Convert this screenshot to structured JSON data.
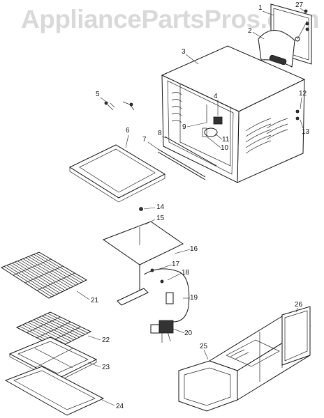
{
  "watermark": "AppliancePartsPros.com",
  "callouts": {
    "c1": "1",
    "c2": "2",
    "c3": "3",
    "c4": "4",
    "c5": "5",
    "c6": "6",
    "c7": "7",
    "c8": "8",
    "c9": "9",
    "c10": "10",
    "c11": "11",
    "c12": "12",
    "c13": "13",
    "c14": "14",
    "c15": "15",
    "c16": "16",
    "c17": "17",
    "c18": "18",
    "c19": "19",
    "c20": "20",
    "c21": "21",
    "c22": "22",
    "c23": "23",
    "c24": "24",
    "c25": "25",
    "c26": "26",
    "c27": "27"
  },
  "icons": {
    "door-hinge": "hinge-plate",
    "oven-cavity": "oven-box",
    "drip-pan": "tray",
    "oven-rack": "grid-rack",
    "broil-pan": "pan",
    "duct": "vent-duct"
  }
}
